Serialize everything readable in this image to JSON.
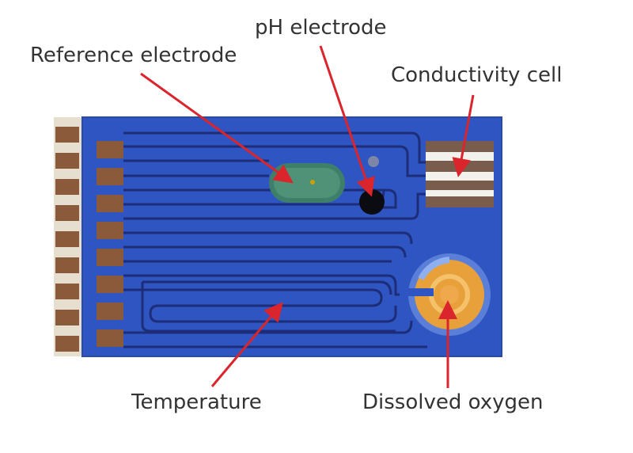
{
  "labels": {
    "ph_electrode": "pH electrode",
    "reference_electrode": "Reference electrode",
    "conductivity_cell": "Conductivity cell",
    "temperature": "Temperature",
    "dissolved_oxygen": "Dissolved oxygen"
  },
  "colors": {
    "board": "#2f55c2",
    "trace": "#1d2d78",
    "pad": "#8a5a3a",
    "arrow": "#d9252b",
    "gold": "#e8a13a",
    "reference_electrode": "#3e7f6a",
    "ph_electrode": "#0b0b12",
    "conductivity_bands": "#7a5c4c"
  }
}
